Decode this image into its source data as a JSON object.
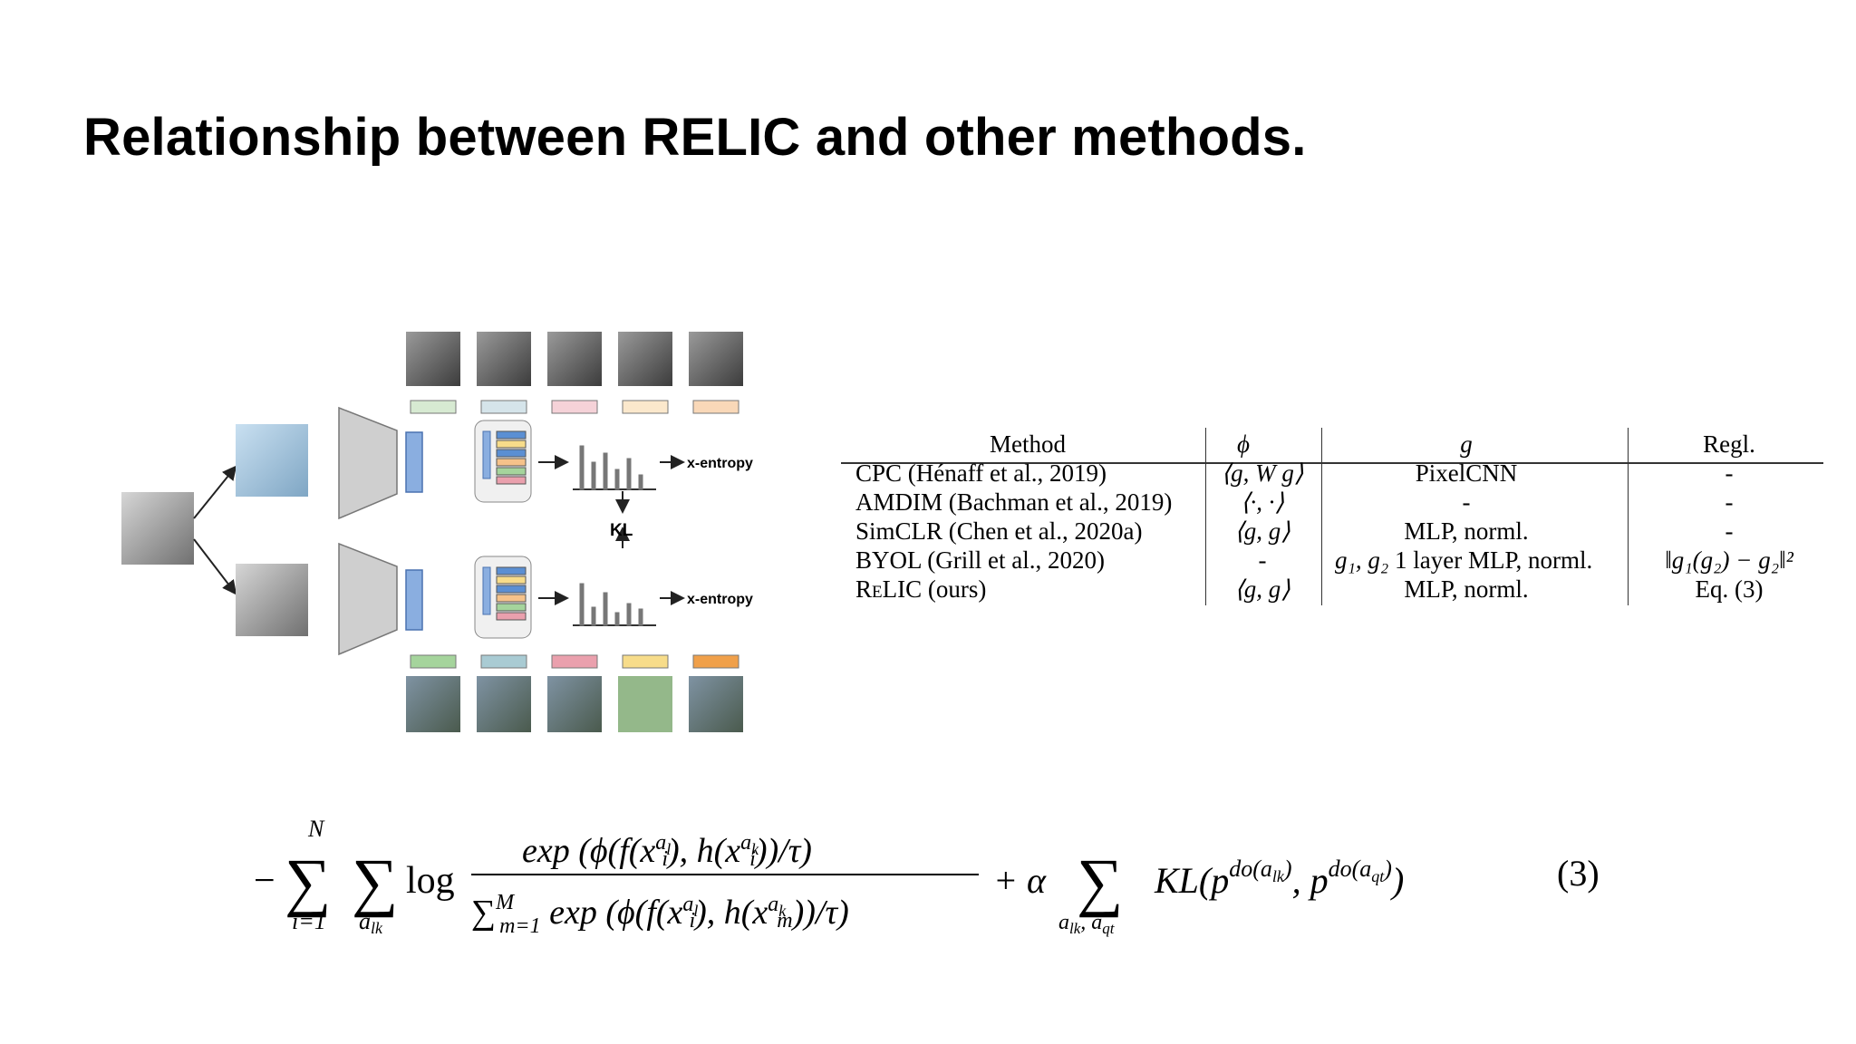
{
  "slide": {
    "title": "Relationship between RELIC and other methods."
  },
  "diagram": {
    "labels": {
      "kl": "KL",
      "xentropy_top": "x-entropy",
      "xentropy_bottom": "x-entropy"
    },
    "class_colors_top": [
      "#d7ead2",
      "#d5e4ea",
      "#f5d2d8",
      "#fbe8cc",
      "#f9d8b8"
    ],
    "class_colors_bottom": [
      "#a5d49c",
      "#a9cbd3",
      "#eaa0ad",
      "#f7dc8a",
      "#f0a04a"
    ],
    "embed_colors": [
      "#5b8fd3",
      "#f7dc8a",
      "#5b8fd3",
      "#f5c28a",
      "#a5d49c",
      "#eaa0ad"
    ]
  },
  "table": {
    "headers": {
      "method": "Method",
      "phi": "ϕ",
      "g": "g",
      "regl": "Regl."
    },
    "rows": [
      {
        "method": "CPC (Hénaff et al., 2019)",
        "phi": "⟨g, W g⟩",
        "g": "PixelCNN",
        "regl": "-"
      },
      {
        "method": "AMDIM (Bachman et al., 2019)",
        "phi": "⟨·, ·⟩",
        "g": "-",
        "regl": "-"
      },
      {
        "method": "SimCLR (Chen et al., 2020a)",
        "phi": "⟨g, g⟩",
        "g": "MLP, norml.",
        "regl": "-"
      },
      {
        "method": "BYOL (Grill et al., 2020)",
        "phi": "-",
        "g_prefix": "g₁, g₂",
        "g": "1 layer MLP, norml.",
        "regl": "‖g₁(g₂) − g₂‖²"
      },
      {
        "method_sc": "ReLIC",
        "method_suffix": "(ours)",
        "phi": "⟨g, g⟩",
        "g": "MLP, norml.",
        "regl": "Eq. (3)"
      }
    ]
  },
  "equation": {
    "minus": "−",
    "sum_sym": "∑",
    "sum1_upper": "N",
    "sum1_lower": "i=1",
    "sum2_lower": "a",
    "sum2_lower_sub": "lk",
    "log": "log",
    "numerator": "exp (ϕ(f(x",
    "denominator_prefix": "M",
    "plus_alpha": "+ α",
    "sum3_lower": "a",
    "kl_text": "KL(p",
    "number": "(3)"
  }
}
